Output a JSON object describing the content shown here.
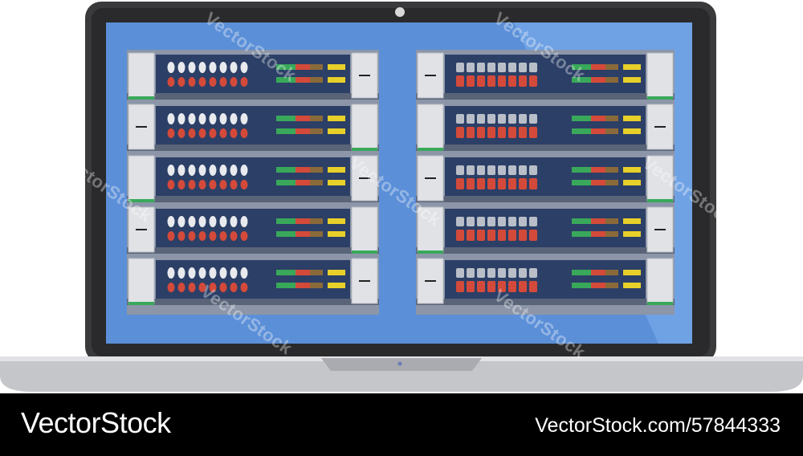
{
  "footer": {
    "brand": "VectorStock",
    "image_id": "VectorStock.com/57844333",
    "background": "#000000",
    "text_color": "#ffffff"
  },
  "watermark": {
    "text": "VectorStock"
  },
  "illustration": {
    "subject": "laptop-with-server-racks",
    "colors": {
      "laptop_body": "#3a3a3c",
      "screen": "#5b8fd8",
      "screen_glare": "#7fb2ee",
      "rack_frame": "#8c96a8",
      "rack_panel": "#2c3f66",
      "shelf": "#5a6478",
      "side_panel": "#e0e2e6",
      "led_white": "#e8eaee",
      "led_red": "#d44a3a",
      "led_green": "#39a85a",
      "led_yellow": "#e8d02a",
      "base": "#c4c6ca"
    },
    "racks": [
      {
        "name": "left-rack",
        "units": 5,
        "drive_style": "leaf"
      },
      {
        "name": "right-rack",
        "units": 5,
        "drive_style": "block"
      }
    ]
  }
}
